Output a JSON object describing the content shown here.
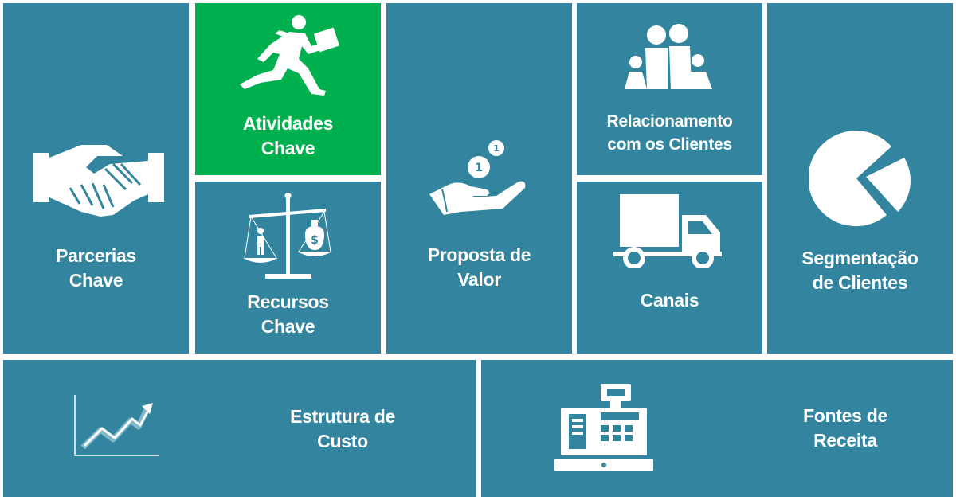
{
  "canvas": {
    "tiles": [
      {
        "id": "key-partners",
        "label": "Parcerias\nChave",
        "icon": "handshake-icon"
      },
      {
        "id": "key-activities",
        "label": "Atividades\nChave",
        "icon": "running-businessman-icon",
        "highlighted": true
      },
      {
        "id": "key-resources",
        "label": "Recursos\nChave",
        "icon": "balance-scale-icon"
      },
      {
        "id": "value-proposition",
        "label": "Proposta de\nValor",
        "icon": "hand-coins-icon"
      },
      {
        "id": "customer-relationships",
        "label": "Relacionamento\ncom os Clientes",
        "icon": "family-icon"
      },
      {
        "id": "channels",
        "label": "Canais",
        "icon": "delivery-truck-icon"
      },
      {
        "id": "customer-segments",
        "label": "Segmentação\nde Clientes",
        "icon": "pie-chart-icon"
      },
      {
        "id": "cost-structure",
        "label": "Estrutura de\nCusto",
        "icon": "trend-chart-icon"
      },
      {
        "id": "revenue-streams",
        "label": "Fontes de\nReceita",
        "icon": "cash-register-icon"
      }
    ],
    "colors": {
      "tile": "#33859f",
      "highlight": "#00b04f",
      "icon": "#ffffff",
      "background": "#ffffff"
    }
  }
}
